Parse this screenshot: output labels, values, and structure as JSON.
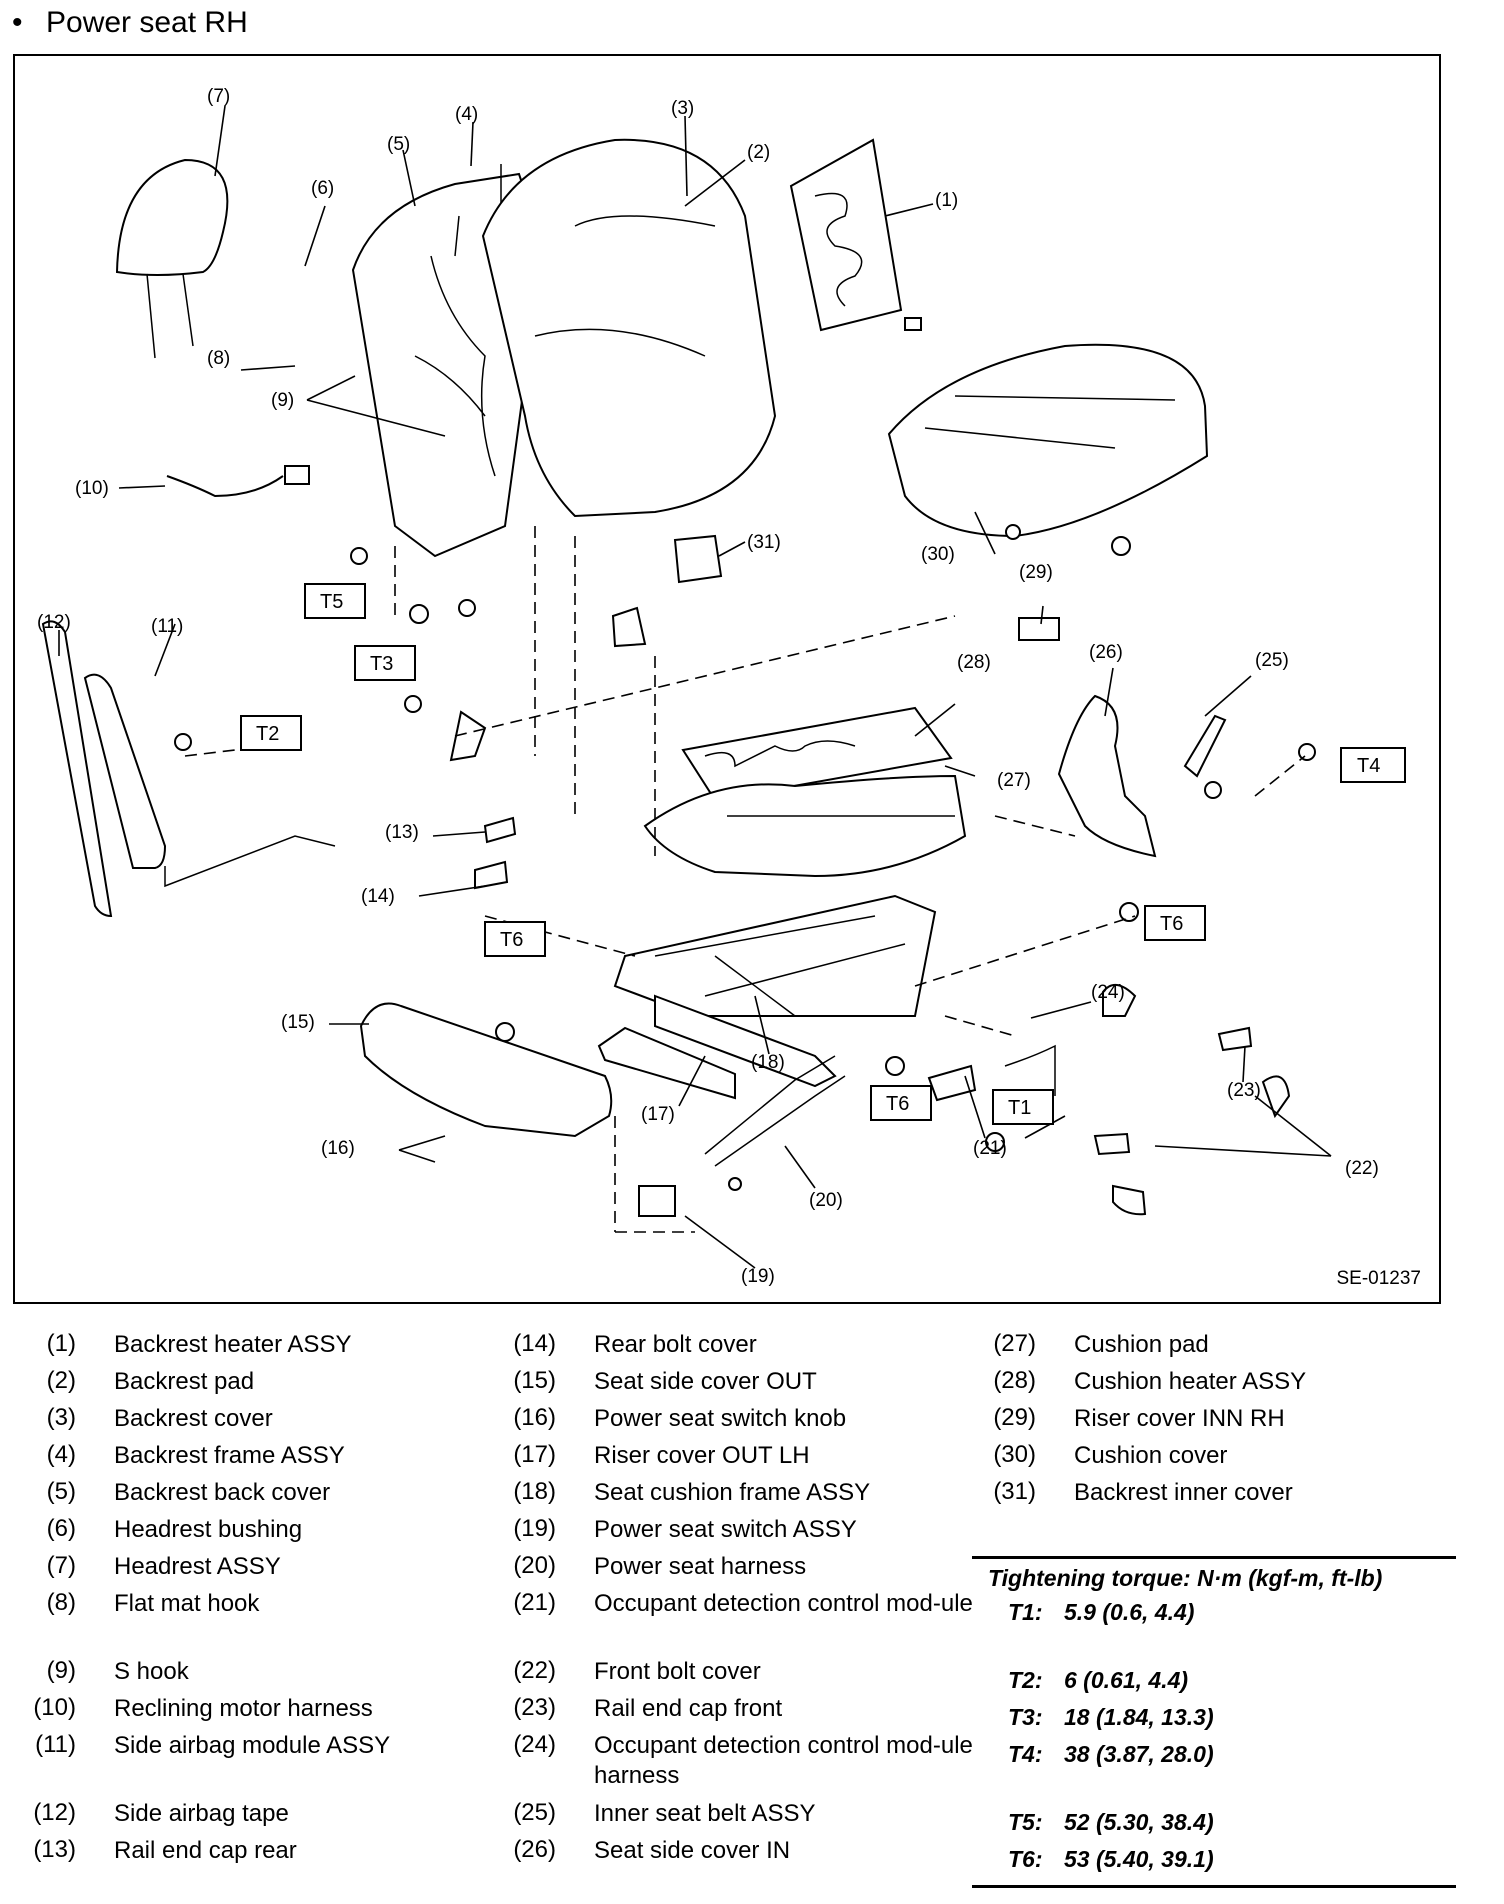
{
  "page": {
    "bullet": "•",
    "heading": "Power seat RH"
  },
  "diagram": {
    "doc_id": "SE-01237",
    "callouts": {
      "c1": "(1)",
      "c2": "(2)",
      "c3": "(3)",
      "c4": "(4)",
      "c5": "(5)",
      "c6": "(6)",
      "c7": "(7)",
      "c8": "(8)",
      "c9": "(9)",
      "c10": "(10)",
      "c11": "(11)",
      "c12": "(12)",
      "c13": "(13)",
      "c14": "(14)",
      "c15": "(15)",
      "c16": "(16)",
      "c17": "(17)",
      "c18": "(18)",
      "c19": "(19)",
      "c20": "(20)",
      "c21": "(21)",
      "c22": "(22)",
      "c23": "(23)",
      "c24": "(24)",
      "c25": "(25)",
      "c26": "(26)",
      "c27": "(27)",
      "c28": "(28)",
      "c29": "(29)",
      "c30": "(30)",
      "c31": "(31)"
    },
    "torque_tags": {
      "t1": "T1",
      "t2": "T2",
      "t3": "T3",
      "t4": "T4",
      "t5": "T5",
      "t6": "T6"
    }
  },
  "legend": {
    "col1": [
      {
        "num": "(1)",
        "text": "Backrest heater ASSY"
      },
      {
        "num": "(2)",
        "text": "Backrest pad"
      },
      {
        "num": "(3)",
        "text": "Backrest cover"
      },
      {
        "num": "(4)",
        "text": "Backrest frame ASSY"
      },
      {
        "num": "(5)",
        "text": "Backrest back cover"
      },
      {
        "num": "(6)",
        "text": "Headrest bushing"
      },
      {
        "num": "(7)",
        "text": "Headrest ASSY"
      },
      {
        "num": "(8)",
        "text": "Flat mat hook"
      },
      {
        "num": "(9)",
        "text": "S hook"
      },
      {
        "num": "(10)",
        "text": "Reclining motor harness"
      },
      {
        "num": "(11)",
        "text": "Side airbag module ASSY"
      },
      {
        "num": "(12)",
        "text": "Side airbag tape"
      },
      {
        "num": "(13)",
        "text": "Rail end cap rear"
      }
    ],
    "col2": [
      {
        "num": "(14)",
        "text": "Rear bolt cover"
      },
      {
        "num": "(15)",
        "text": "Seat side cover OUT"
      },
      {
        "num": "(16)",
        "text": "Power seat switch knob"
      },
      {
        "num": "(17)",
        "text": "Riser cover OUT LH"
      },
      {
        "num": "(18)",
        "text": "Seat cushion frame ASSY"
      },
      {
        "num": "(19)",
        "text": "Power seat switch ASSY"
      },
      {
        "num": "(20)",
        "text": "Power seat harness"
      },
      {
        "num": "(21)",
        "text": "Occupant detection control mod-ule"
      },
      {
        "num": "(22)",
        "text": "Front bolt cover"
      },
      {
        "num": "(23)",
        "text": "Rail end cap front"
      },
      {
        "num": "(24)",
        "text": "Occupant detection control mod-ule harness"
      },
      {
        "num": "(25)",
        "text": "Inner seat belt ASSY"
      },
      {
        "num": "(26)",
        "text": "Seat side cover IN"
      }
    ],
    "col3": [
      {
        "num": "(27)",
        "text": "Cushion pad"
      },
      {
        "num": "(28)",
        "text": "Cushion heater ASSY"
      },
      {
        "num": "(29)",
        "text": "Riser cover INN RH"
      },
      {
        "num": "(30)",
        "text": "Cushion cover"
      },
      {
        "num": "(31)",
        "text": "Backrest inner cover"
      }
    ]
  },
  "torque_table": {
    "title": "Tightening torque: N·m (kgf-m, ft-lb)",
    "rows": [
      {
        "key": "T1:",
        "value": "5.9 (0.6, 4.4)"
      },
      {
        "key": "T2:",
        "value": "6 (0.61, 4.4)"
      },
      {
        "key": "T3:",
        "value": "18 (1.84, 13.3)"
      },
      {
        "key": "T4:",
        "value": "38 (3.87, 28.0)"
      },
      {
        "key": "T5:",
        "value": "52 (5.30, 38.4)"
      },
      {
        "key": "T6:",
        "value": "53 (5.40, 39.1)"
      }
    ]
  }
}
